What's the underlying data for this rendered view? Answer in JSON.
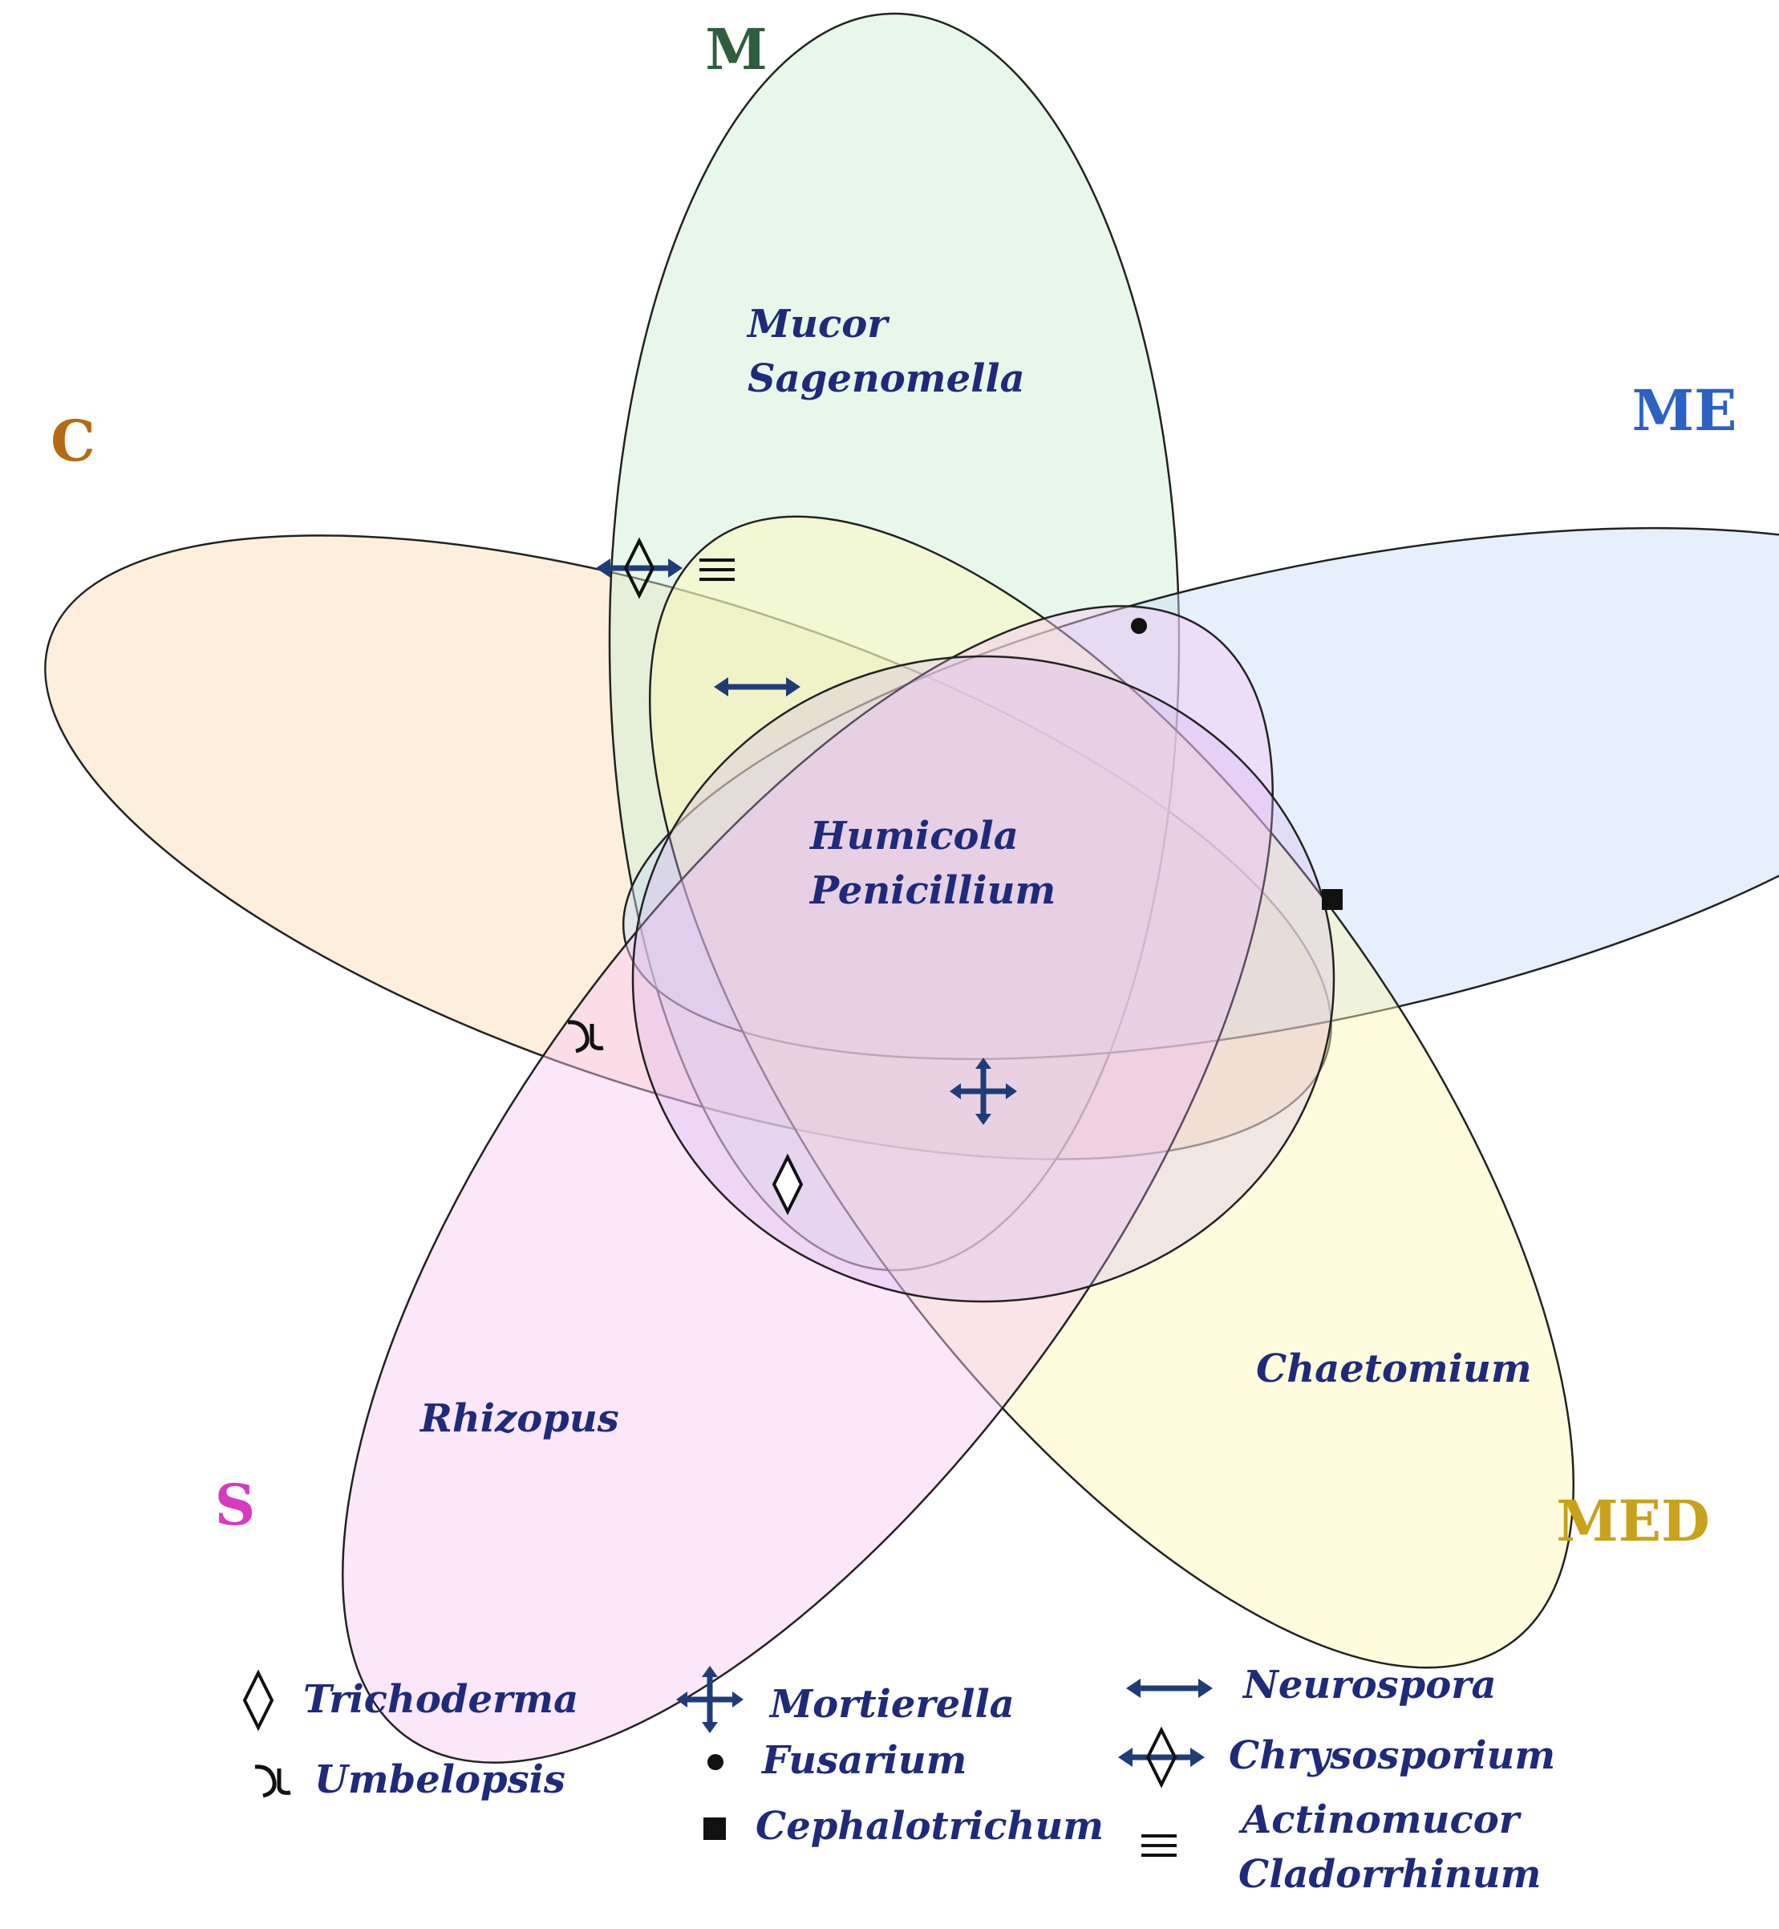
{
  "sets": [
    {
      "id": "M",
      "label": "M",
      "fill": "#c9f0d2",
      "label_color": "#2e5e3e"
    },
    {
      "id": "ME",
      "label": "ME",
      "fill": "#c8dcf8",
      "label_color": "#2b62c4"
    },
    {
      "id": "MED",
      "label": "MED",
      "fill": "#fdf9b4",
      "label_color": "#c8a21a"
    },
    {
      "id": "S",
      "label": "S",
      "fill": "#f6c8f4",
      "label_color": "#d63ac0"
    },
    {
      "id": "C",
      "label": "C",
      "fill": "#fbdcb0",
      "label_color": "#b56a14"
    },
    {
      "id": "inner",
      "label": "",
      "fill": "#d6b4f0",
      "label_color": "#000000"
    }
  ],
  "regions": {
    "m_only": {
      "line1": "Mucor",
      "line2": "Sagenomella"
    },
    "center": {
      "line1": "Humicola",
      "line2": "Penicillium"
    },
    "med_only": "Chaetomium",
    "s_only": "Rhizopus"
  },
  "legend": {
    "trichoderma": {
      "symbol": "diamond",
      "label": "Trichoderma"
    },
    "umbelopsis": {
      "symbol": "umbelopsis",
      "label": "Umbelopsis"
    },
    "mortierella": {
      "symbol": "four-way-arrow",
      "label": "Mortierella"
    },
    "fusarium": {
      "symbol": "dot",
      "label": "Fusarium"
    },
    "cephalotrichum": {
      "symbol": "square",
      "label": "Cephalotrichum"
    },
    "neurospora": {
      "symbol": "double-arrow",
      "label": "Neurospora"
    },
    "chrysosporium": {
      "symbol": "diamond-arrow",
      "label": "Chrysosporium"
    },
    "actinomucor_cladorrhinum": {
      "symbol": "triple-bar",
      "label_line1": "Actinomucor",
      "label_line2": "Cladorrhinum"
    }
  },
  "colors": {
    "symbol_blue": "#1f3c78",
    "text_blue": "#1f2a7a"
  }
}
